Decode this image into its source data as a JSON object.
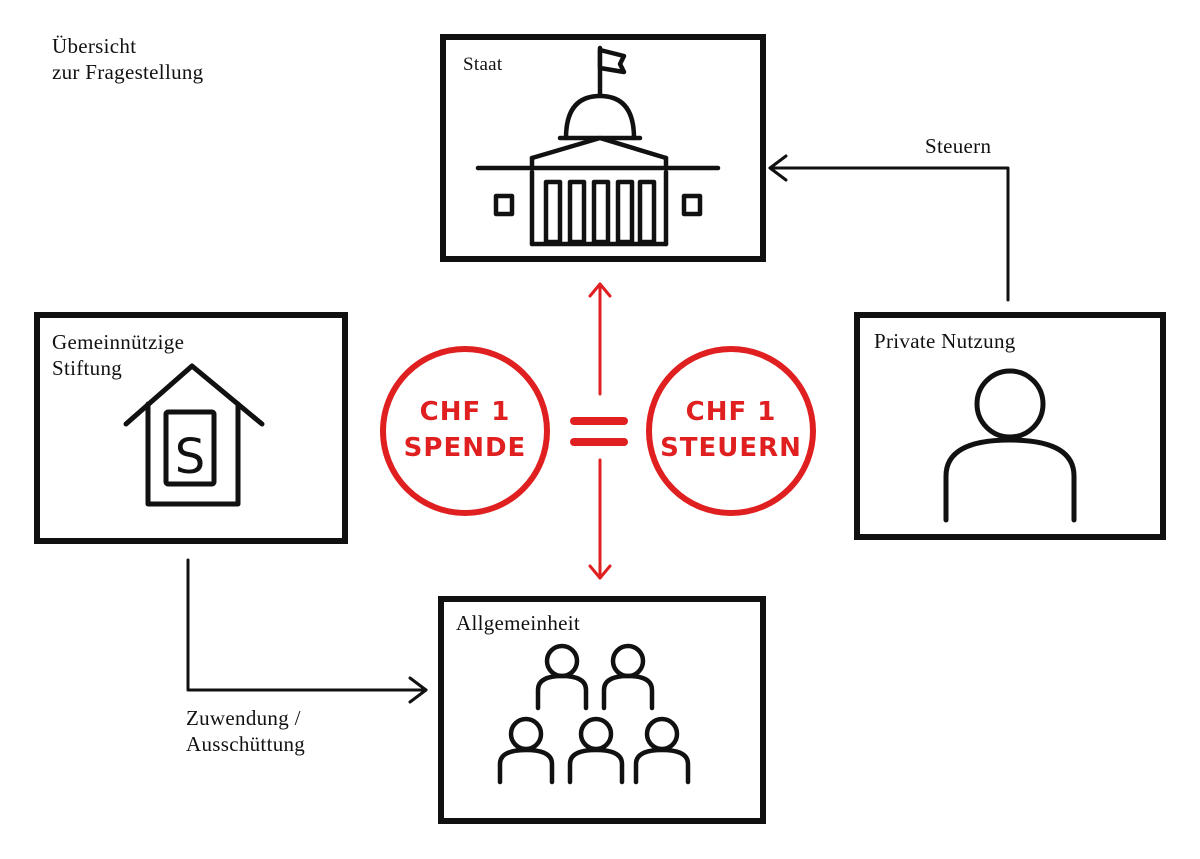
{
  "title": {
    "line1": "Übersicht",
    "line2": "zur Fragestellung"
  },
  "nodes": {
    "staat": {
      "label": "Staat"
    },
    "stiftung": {
      "line1": "Gemeinnützige",
      "line2": "Stiftung",
      "house_letter": "S"
    },
    "private": {
      "label": "Private Nutzung"
    },
    "allgemeinheit": {
      "label": "Allgemeinheit"
    }
  },
  "edges": {
    "steuern": {
      "label": "Steuern"
    },
    "zuwendung": {
      "line1": "Zuwendung /",
      "line2": "Ausschüttung"
    }
  },
  "equation": {
    "left": {
      "line1": "CHF 1",
      "line2": "SPENDE"
    },
    "right": {
      "line1": "CHF 1",
      "line2": "STEUERN"
    },
    "symbol": "="
  },
  "colors": {
    "ink": "#111111",
    "accent": "#e02020",
    "background": "#ffffff"
  }
}
